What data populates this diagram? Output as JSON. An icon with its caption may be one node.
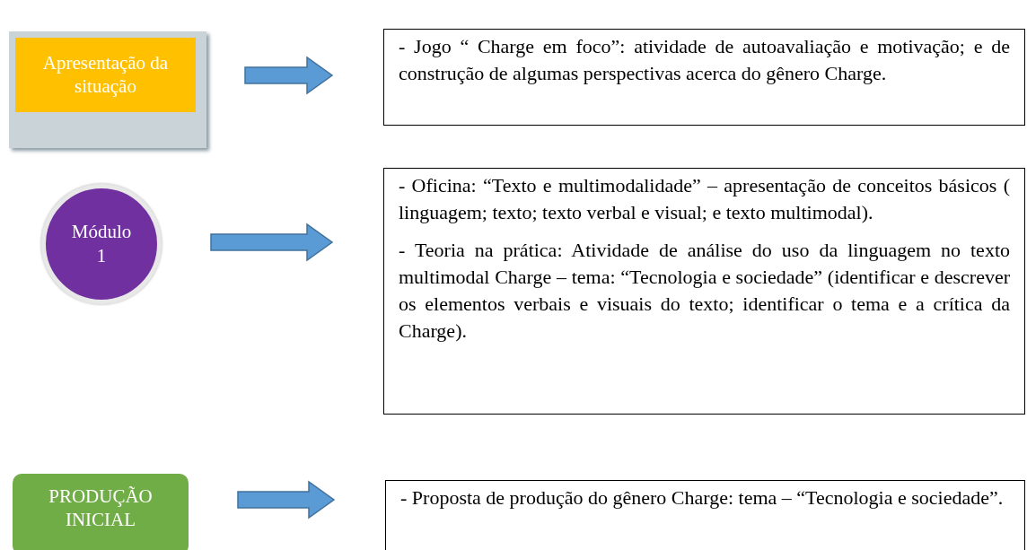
{
  "diagram": {
    "nodes": [
      {
        "text": [
          "Apresentação da situação"
        ]
      },
      {
        "text": [
          "- Jogo “ Charge em foco”: atividade de autoavaliação e motivação; e de construção de algumas perspectivas acerca do gênero Charge."
        ]
      },
      {
        "text": [
          "Módulo 1"
        ]
      },
      {
        "text": [
          "- Oficina: “Texto e multimodalidade” – apresentação de conceitos básicos ( linguagem; texto; texto verbal e visual; e texto multimodal).",
          "- Teoria na prática: Atividade de análise do uso da linguagem no texto multimodal Charge – tema: “Tecnologia e sociedade” (identificar e descrever os elementos verbais e visuais do texto; identificar o tema e a crítica da Charge)."
        ]
      },
      {
        "text": [
          "PRODUÇÃO INICIAL"
        ]
      },
      {
        "text": [
          "- Proposta de produção do gênero Charge: tema – “Tecnologia e sociedade”."
        ]
      }
    ],
    "edges": [
      {
        "from": 0,
        "to": 1,
        "arrow": "to"
      },
      {
        "from": 2,
        "to": 3,
        "arrow": "to"
      },
      {
        "from": 4,
        "to": 5,
        "arrow": "to"
      }
    ]
  }
}
